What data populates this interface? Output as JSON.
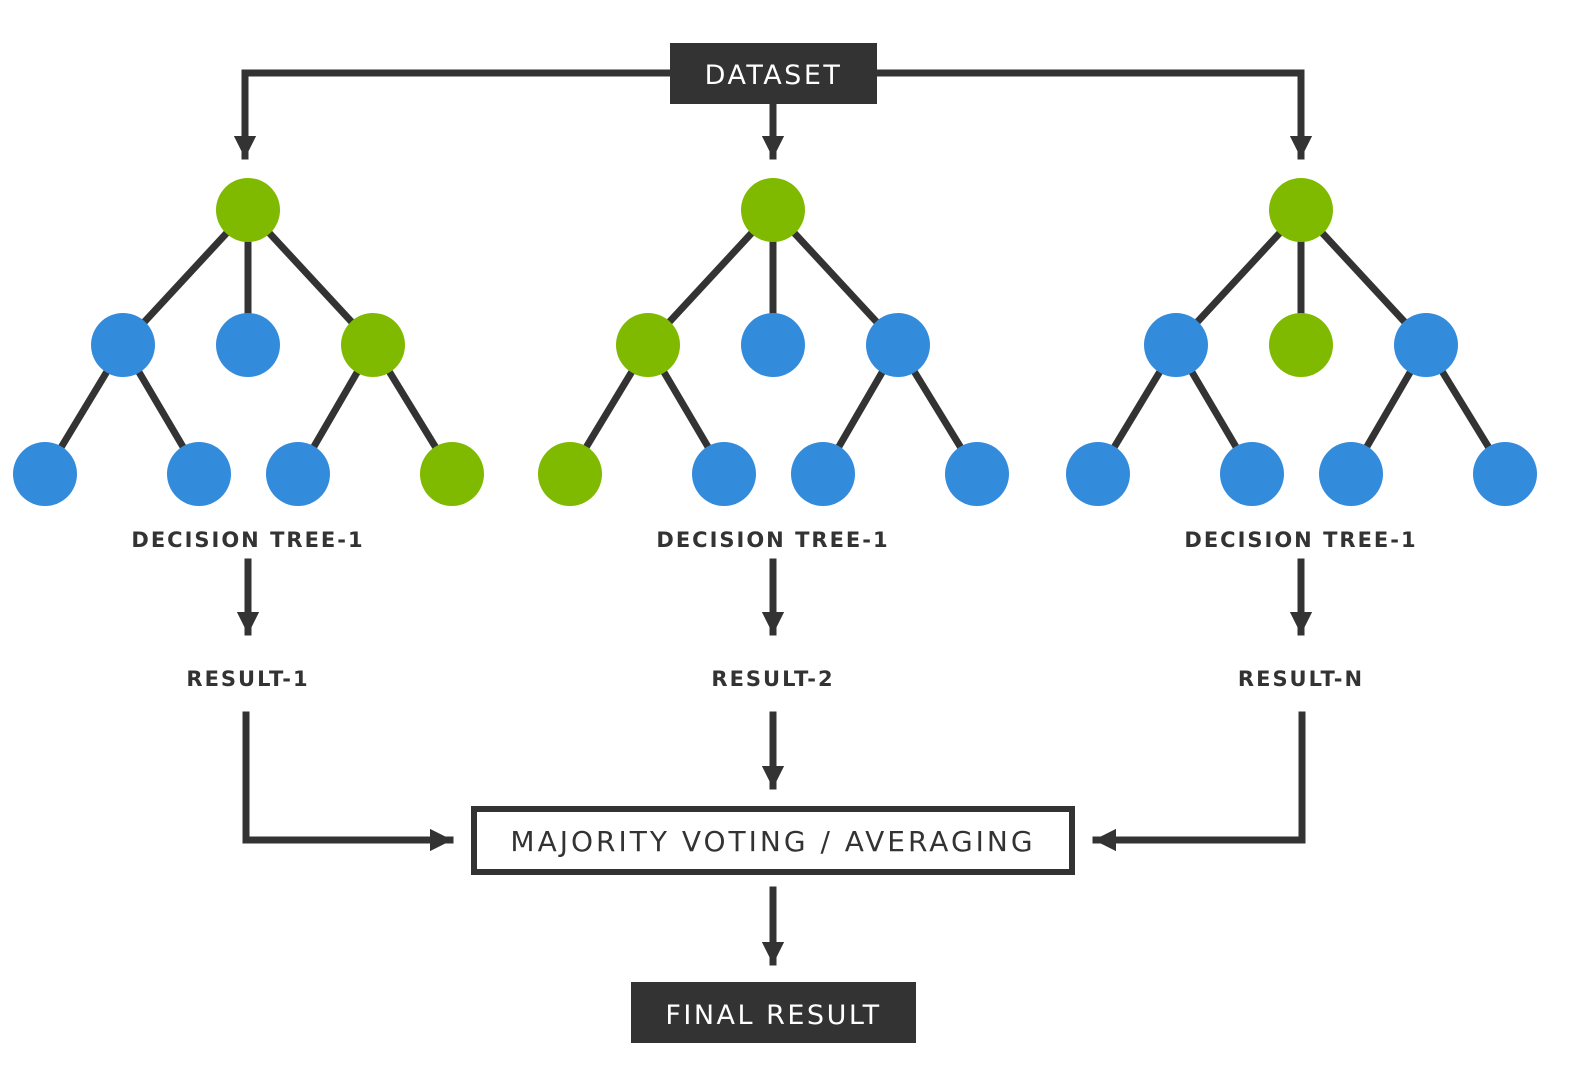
{
  "colors": {
    "green_node": "#7fba00",
    "blue_node": "#338bdc",
    "ink": "#333333"
  },
  "dataset_label": "DATASET",
  "trees": [
    {
      "label": "DECISION TREE-1",
      "result": "RESULT-1",
      "root": "green",
      "level1": [
        "blue",
        "blue",
        "green"
      ],
      "level2": [
        "blue",
        "blue",
        "blue",
        "green"
      ]
    },
    {
      "label": "DECISION TREE-1",
      "result": "RESULT-2",
      "root": "green",
      "level1": [
        "green",
        "blue",
        "blue"
      ],
      "level2": [
        "green",
        "blue",
        "blue",
        "blue"
      ]
    },
    {
      "label": "DECISION TREE-1",
      "result": "RESULT-N",
      "root": "green",
      "level1": [
        "blue",
        "green",
        "blue"
      ],
      "level2": [
        "blue",
        "blue",
        "blue",
        "blue"
      ]
    }
  ],
  "aggregation_label": "MAJORITY VOTING / AVERAGING",
  "final_label": "FINAL RESULT"
}
